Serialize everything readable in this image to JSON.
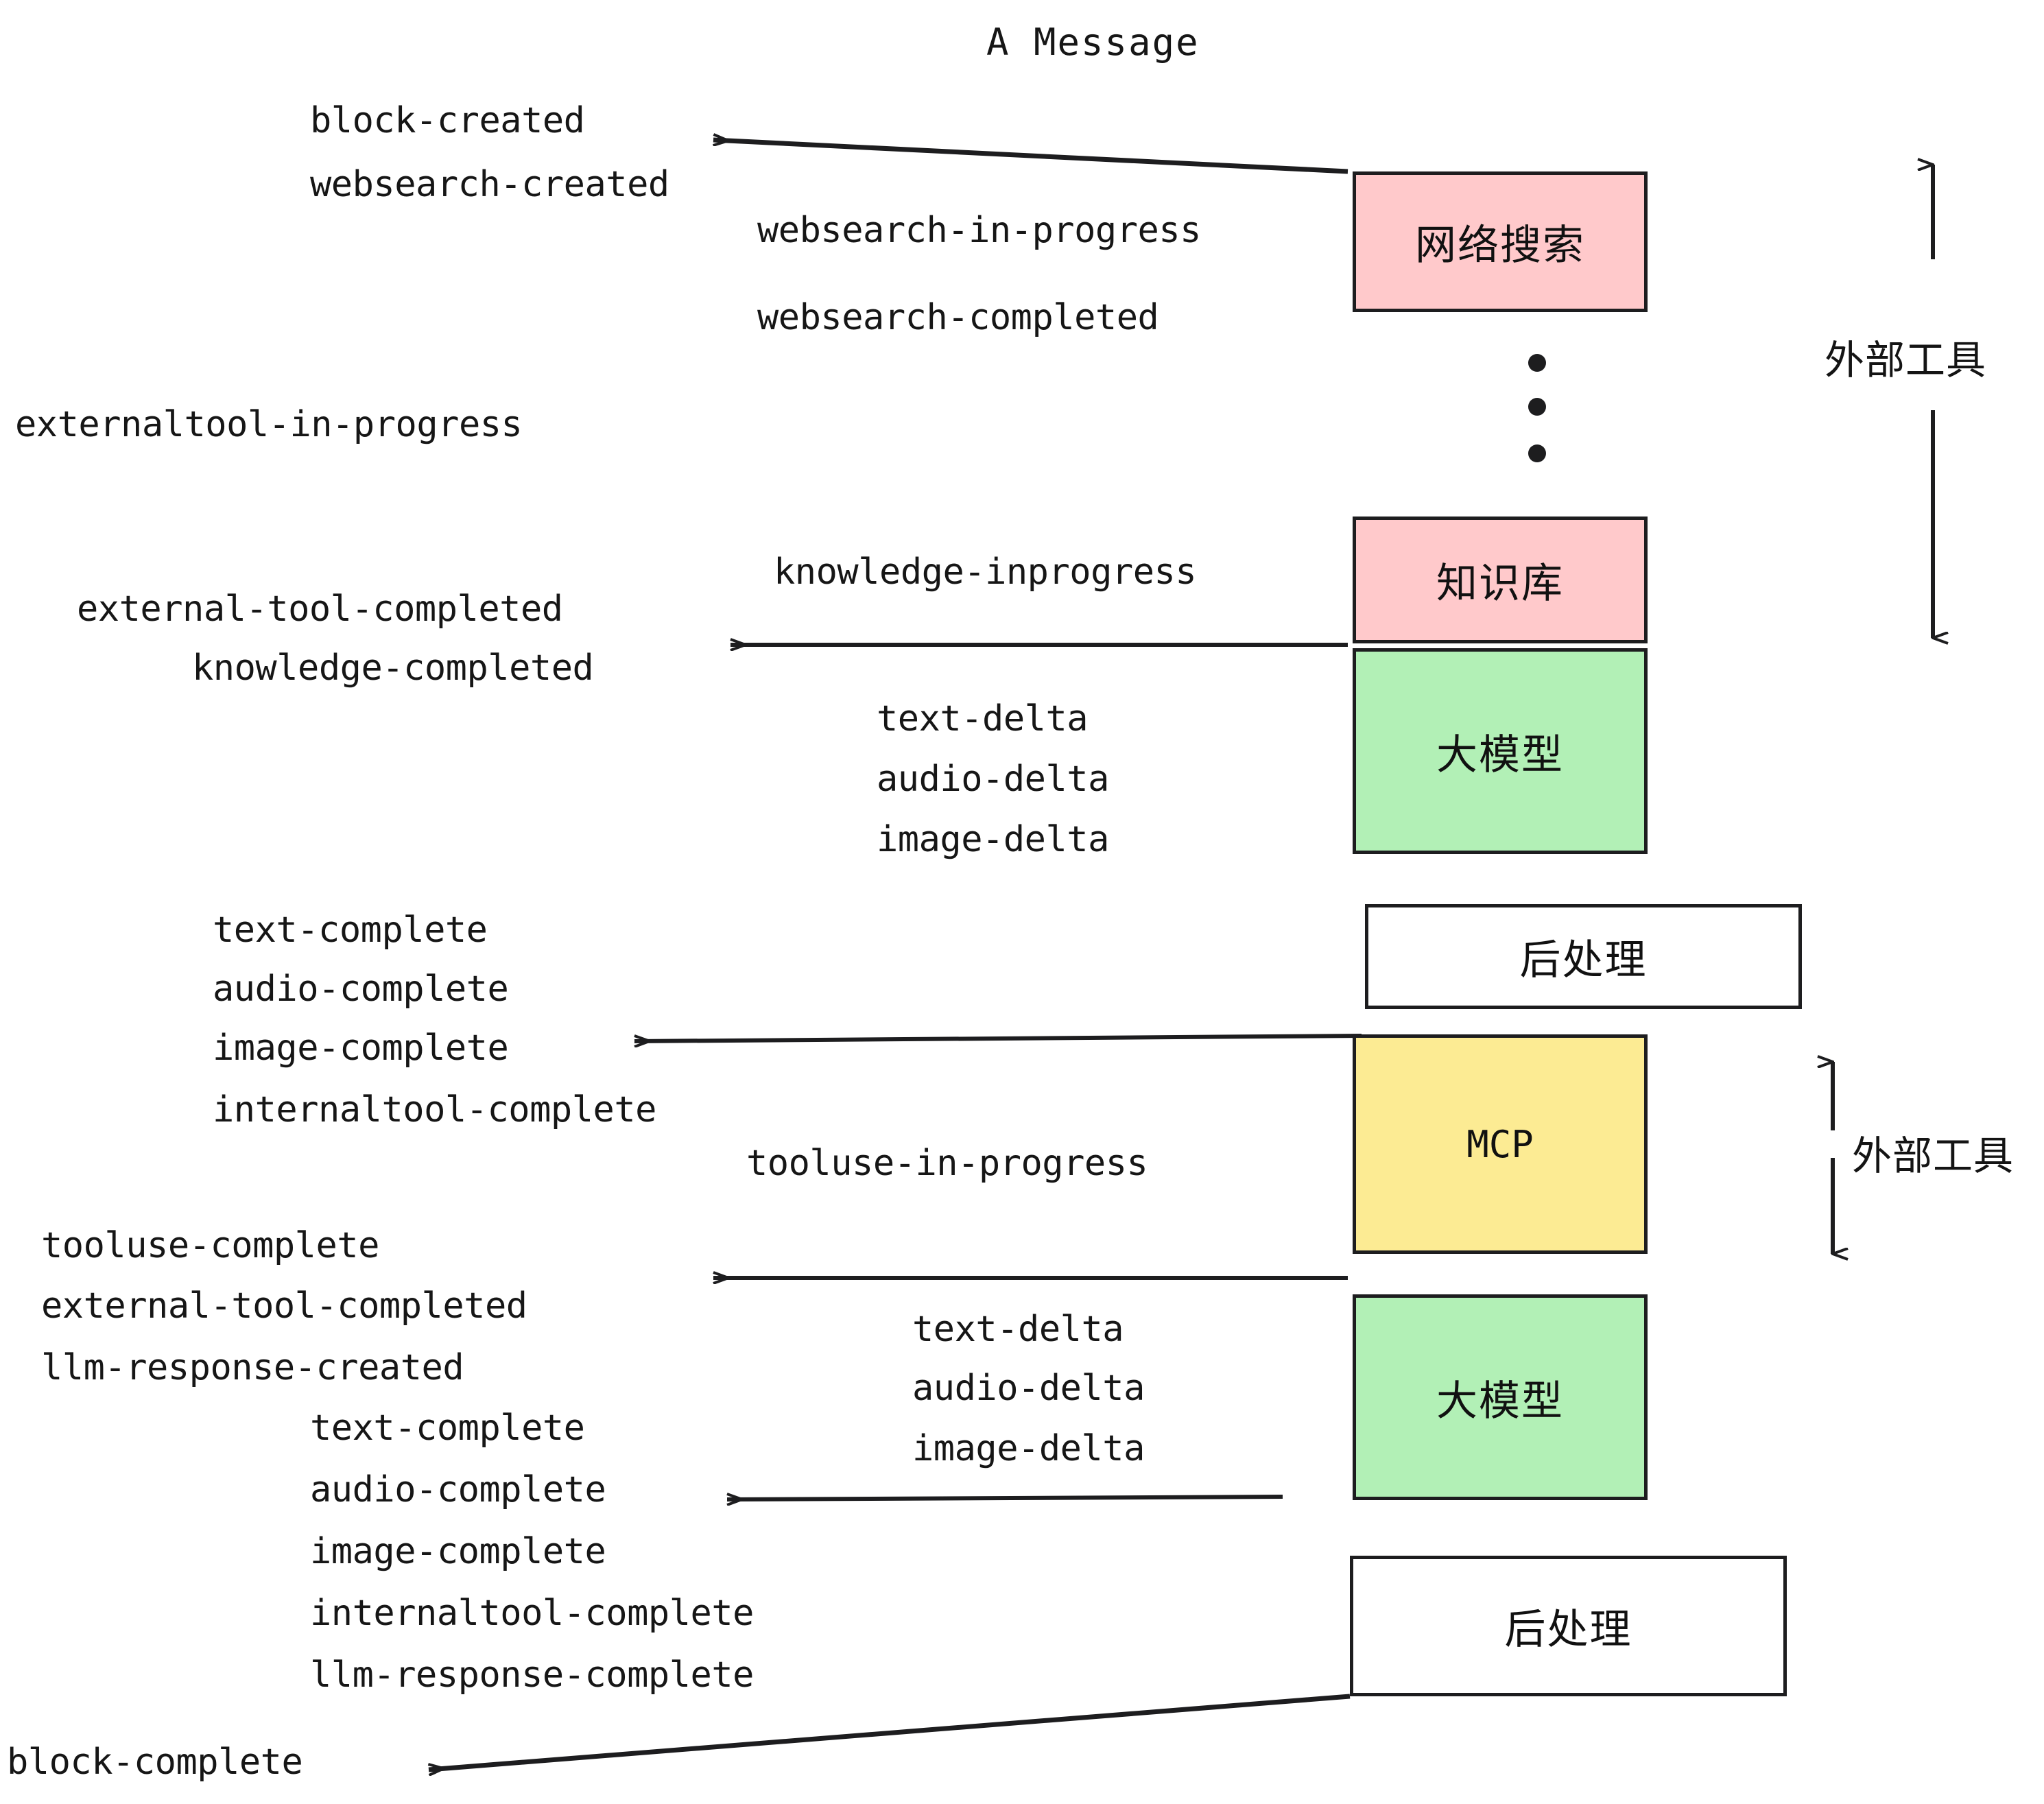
{
  "diagram": {
    "title": "A Message",
    "colors": {
      "pink": "#ffc9cb",
      "green": "#b2f0b6",
      "yellow": "#fceb93",
      "white": "#ffffff",
      "stroke": "#1d1d1f",
      "text": "#161616"
    },
    "nodes": [
      {
        "id": "websearch",
        "label": "网络搜索",
        "fill": "#ffc9cb"
      },
      {
        "id": "knowledge",
        "label": "知识库",
        "fill": "#ffc9cb"
      },
      {
        "id": "llm-1",
        "label": "大模型",
        "fill": "#b2f0b6"
      },
      {
        "id": "postprocess-1",
        "label": "后处理",
        "fill": "#ffffff"
      },
      {
        "id": "mcp",
        "label": "MCP",
        "fill": "#fceb93"
      },
      {
        "id": "llm-2",
        "label": "大模型",
        "fill": "#b2f0b6"
      },
      {
        "id": "postprocess-2",
        "label": "后处理",
        "fill": "#ffffff"
      }
    ],
    "side_labels": [
      {
        "id": "external-tool-top",
        "text": "外部工具"
      },
      {
        "id": "external-tool-bottom",
        "text": "外部工具"
      }
    ],
    "events": [
      {
        "id": "block-created",
        "text": "block-created"
      },
      {
        "id": "websearch-created",
        "text": "websearch-created"
      },
      {
        "id": "websearch-in-progress",
        "text": "websearch-in-progress"
      },
      {
        "id": "websearch-completed",
        "text": "websearch-completed"
      },
      {
        "id": "externaltool-in-progress",
        "text": "externaltool-in-progress"
      },
      {
        "id": "knowledge-inprogress",
        "text": "knowledge-inprogress"
      },
      {
        "id": "external-tool-completed-1",
        "text": "external-tool-completed"
      },
      {
        "id": "knowledge-completed",
        "text": "knowledge-completed"
      },
      {
        "id": "text-delta-1",
        "text": "text-delta"
      },
      {
        "id": "audio-delta-1",
        "text": "audio-delta"
      },
      {
        "id": "image-delta-1",
        "text": "image-delta"
      },
      {
        "id": "text-complete-1",
        "text": "text-complete"
      },
      {
        "id": "audio-complete-1",
        "text": "audio-complete"
      },
      {
        "id": "image-complete-1",
        "text": "image-complete"
      },
      {
        "id": "internaltool-complete-1",
        "text": "internaltool-complete"
      },
      {
        "id": "tooluse-in-progress",
        "text": "tooluse-in-progress"
      },
      {
        "id": "tooluse-complete",
        "text": "tooluse-complete"
      },
      {
        "id": "external-tool-completed-2",
        "text": "external-tool-completed"
      },
      {
        "id": "llm-response-created",
        "text": "llm-response-created"
      },
      {
        "id": "text-delta-2",
        "text": "text-delta"
      },
      {
        "id": "audio-delta-2",
        "text": "audio-delta"
      },
      {
        "id": "image-delta-2",
        "text": "image-delta"
      },
      {
        "id": "text-complete-2",
        "text": "text-complete"
      },
      {
        "id": "audio-complete-2",
        "text": "audio-complete"
      },
      {
        "id": "image-complete-2",
        "text": "image-complete"
      },
      {
        "id": "internaltool-complete-2",
        "text": "internaltool-complete"
      },
      {
        "id": "llm-response-complete",
        "text": "llm-response-complete"
      },
      {
        "id": "block-complete",
        "text": "block-complete"
      }
    ]
  }
}
